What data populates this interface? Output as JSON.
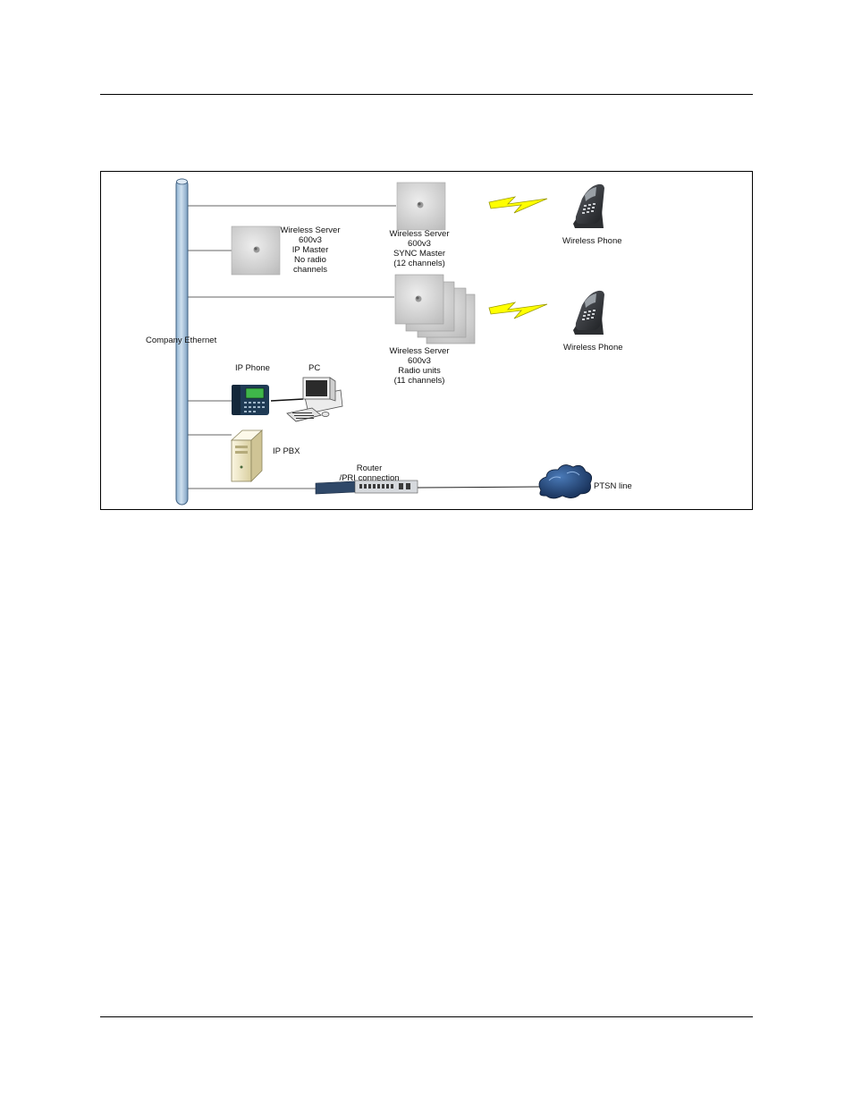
{
  "diagram": {
    "ethernet_label": "Company Ethernet",
    "ip_master": {
      "lines": [
        "Wireless Server",
        "600v3",
        "IP Master",
        "No radio",
        "channels"
      ]
    },
    "sync_master": {
      "lines": [
        "Wireless Server",
        "600v3",
        "SYNC Master",
        "(12 channels)"
      ]
    },
    "radio_units": {
      "lines": [
        "Wireless Server",
        "600v3",
        "Radio units",
        "(11 channels)"
      ]
    },
    "phone_1_label": "Wireless Phone",
    "phone_2_label": "Wireless Phone",
    "ip_phone_label": "IP Phone",
    "pc_label": "PC",
    "ip_pbx_label": "IP PBX",
    "router_label_1": "Router",
    "router_label_2": "/PRI connection",
    "ptsn_label": "PTSN line"
  }
}
